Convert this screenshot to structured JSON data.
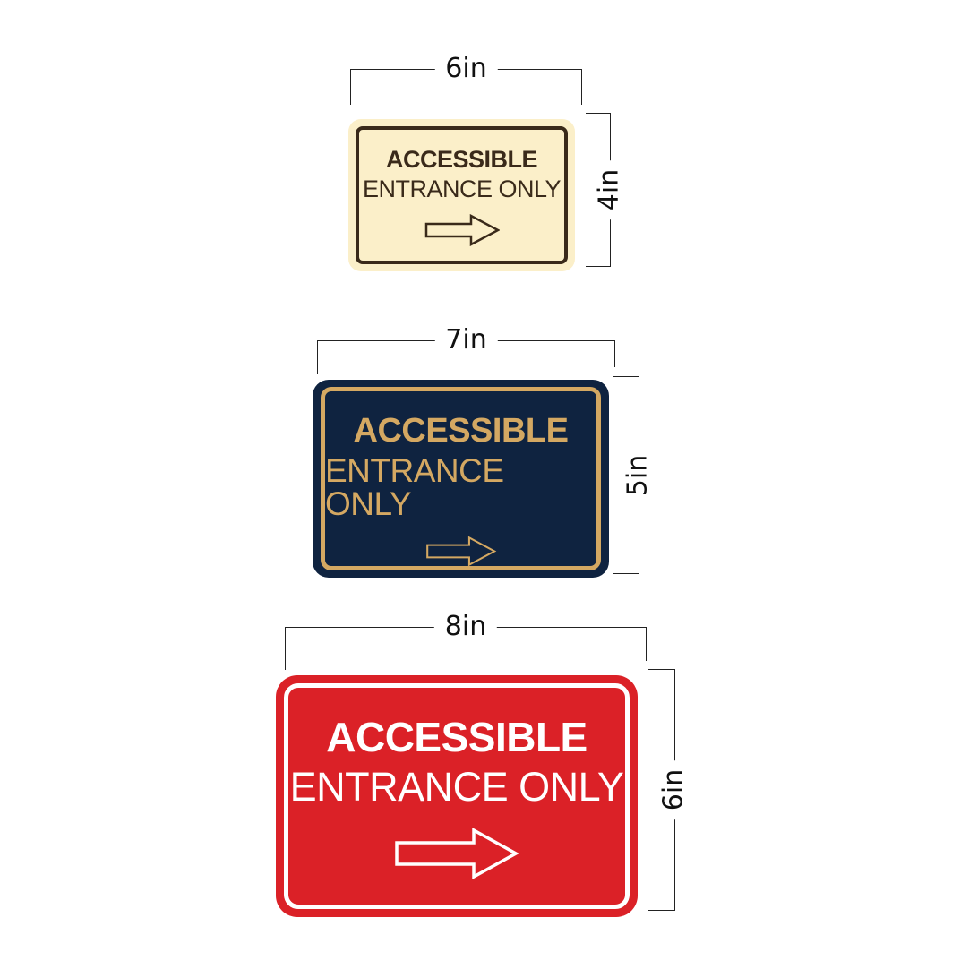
{
  "signs": [
    {
      "width_label": "6in",
      "height_label": "4in",
      "line1": "ACCESSIBLE",
      "line2": "ENTRANCE ONLY",
      "arrow_icon": "arrow-right-outline-icon",
      "background_color": "#fbefc9",
      "text_color": "#3a2a1a"
    },
    {
      "width_label": "7in",
      "height_label": "5in",
      "line1": "ACCESSIBLE",
      "line2": "ENTRANCE ONLY",
      "arrow_icon": "arrow-right-outline-icon",
      "background_color": "#0f2340",
      "text_color": "#d4a862"
    },
    {
      "width_label": "8in",
      "height_label": "6in",
      "line1": "ACCESSIBLE",
      "line2": "ENTRANCE ONLY",
      "arrow_icon": "arrow-right-outline-icon",
      "background_color": "#db2127",
      "text_color": "#ffffff"
    }
  ]
}
